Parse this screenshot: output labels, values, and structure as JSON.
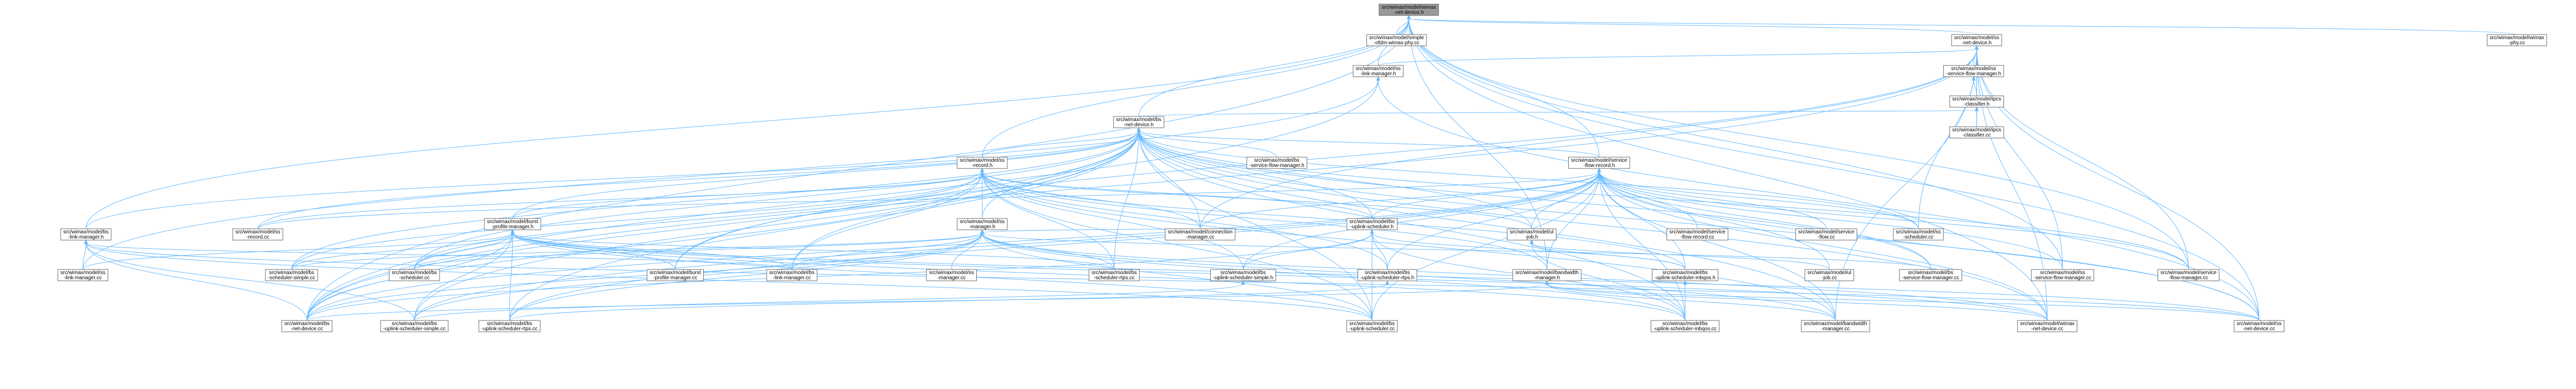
{
  "graph": {
    "type": "include-dependency-graph",
    "root": "n0",
    "nodes": [
      {
        "id": "n0",
        "lines": [
          "src/wimax/model/wimax",
          "-net-device.h"
        ],
        "highlight": true
      },
      {
        "id": "n1",
        "lines": [
          "src/wimax/model/ss",
          "-net-device.h"
        ]
      },
      {
        "id": "n2",
        "lines": [
          "src/wimax/model/simple",
          "-ofdm-wimax-phy.cc"
        ]
      },
      {
        "id": "n3",
        "lines": [
          "src/wimax/model/ss",
          "-link-manager.h"
        ]
      },
      {
        "id": "n4",
        "lines": [
          "src/wimax/model/bs",
          "-net-device.h"
        ]
      },
      {
        "id": "n5",
        "lines": [
          "src/wimax/model/ss",
          "-service-flow-manager.h"
        ]
      },
      {
        "id": "n6",
        "lines": [
          "src/wimax/model/ipcs",
          "-classifier.h"
        ]
      },
      {
        "id": "n7",
        "lines": [
          "src/wimax/model/ipcs",
          "-classifier.cc"
        ]
      },
      {
        "id": "n8",
        "lines": [
          "src/wimax/model/wimax",
          "-phy.cc"
        ]
      },
      {
        "id": "n9",
        "lines": [
          "src/wimax/model/ss",
          "-record.h"
        ]
      },
      {
        "id": "n10",
        "lines": [
          "src/wimax/model/bs",
          "-service-flow-manager.h"
        ]
      },
      {
        "id": "n11",
        "lines": [
          "src/wimax/model/service",
          "-flow-record.h"
        ]
      },
      {
        "id": "n12",
        "lines": [
          "src/wimax/model/bs",
          "-link-manager.h"
        ]
      },
      {
        "id": "n13",
        "lines": [
          "src/wimax/model/ss",
          "-record.cc"
        ]
      },
      {
        "id": "n14",
        "lines": [
          "src/wimax/model/burst",
          "-profile-manager.h"
        ]
      },
      {
        "id": "n15",
        "lines": [
          "src/wimax/model/ss",
          "-manager.h"
        ]
      },
      {
        "id": "n16",
        "lines": [
          "src/wimax/model/connection",
          "-manager.cc"
        ]
      },
      {
        "id": "n17",
        "lines": [
          "src/wimax/model/bs",
          "-uplink-scheduler.h"
        ]
      },
      {
        "id": "n18",
        "lines": [
          "src/wimax/model/ul",
          "-job.h"
        ]
      },
      {
        "id": "n19",
        "lines": [
          "src/wimax/model/service",
          "-flow-record.cc"
        ]
      },
      {
        "id": "n20",
        "lines": [
          "src/wimax/model/service",
          "-flow.cc"
        ]
      },
      {
        "id": "n21",
        "lines": [
          "src/wimax/model/ss",
          "-scheduler.cc"
        ]
      },
      {
        "id": "n22",
        "lines": [
          "src/wimax/model/bs",
          "-link-manager.cc"
        ]
      },
      {
        "id": "n23",
        "lines": [
          "src/wimax/model/bs",
          "-scheduler-simple.cc"
        ]
      },
      {
        "id": "n24",
        "lines": [
          "src/wimax/model/bs",
          "-scheduler.cc"
        ]
      },
      {
        "id": "n25",
        "lines": [
          "src/wimax/model/burst",
          "-profile-manager.cc"
        ]
      },
      {
        "id": "n26",
        "lines": [
          "src/wimax/model/ss",
          "-link-manager.cc"
        ]
      },
      {
        "id": "n27",
        "lines": [
          "src/wimax/model/ss",
          "-manager.cc"
        ]
      },
      {
        "id": "n28",
        "lines": [
          "src/wimax/model/bs",
          "-scheduler-rtps.cc"
        ]
      },
      {
        "id": "n29",
        "lines": [
          "src/wimax/model/bs",
          "-uplink-scheduler-simple.h"
        ]
      },
      {
        "id": "n30",
        "lines": [
          "src/wimax/model/bs",
          "-uplink-scheduler-rtps.h"
        ]
      },
      {
        "id": "n31",
        "lines": [
          "src/wimax/model/bandwidth",
          "-manager.h"
        ]
      },
      {
        "id": "n32",
        "lines": [
          "src/wimax/model/bs",
          "-uplink-scheduler-mbqos.h"
        ]
      },
      {
        "id": "n33",
        "lines": [
          "src/wimax/model/ul",
          "-job.cc"
        ]
      },
      {
        "id": "n34",
        "lines": [
          "src/wimax/model/bs",
          "-service-flow-manager.cc"
        ]
      },
      {
        "id": "n35",
        "lines": [
          "src/wimax/model/ss",
          "-service-flow-manager.cc"
        ]
      },
      {
        "id": "n36",
        "lines": [
          "src/wimax/model/service",
          "-flow-manager.cc"
        ]
      },
      {
        "id": "n37",
        "lines": [
          "src/wimax/model/bs",
          "-net-device.cc"
        ]
      },
      {
        "id": "n38",
        "lines": [
          "src/wimax/model/bs",
          "-uplink-scheduler-simple.cc"
        ]
      },
      {
        "id": "n39",
        "lines": [
          "src/wimax/model/bs",
          "-uplink-scheduler-rtps.cc"
        ]
      },
      {
        "id": "n40",
        "lines": [
          "src/wimax/model/bs",
          "-uplink-scheduler.cc"
        ]
      },
      {
        "id": "n41",
        "lines": [
          "src/wimax/model/bs",
          "-uplink-scheduler-mbqos.cc"
        ]
      },
      {
        "id": "n42",
        "lines": [
          "src/wimax/model/bandwidth",
          "-manager.cc"
        ]
      },
      {
        "id": "n43",
        "lines": [
          "src/wimax/model/wimax",
          "-net-device.cc"
        ]
      },
      {
        "id": "n44",
        "lines": [
          "src/wimax/model/ss",
          "-net-device.cc"
        ]
      }
    ],
    "edges": [
      [
        "n0",
        "n1"
      ],
      [
        "n0",
        "n2"
      ],
      [
        "n0",
        "n3"
      ],
      [
        "n0",
        "n4"
      ],
      [
        "n0",
        "n8"
      ],
      [
        "n0",
        "n9"
      ],
      [
        "n0",
        "n12"
      ],
      [
        "n0",
        "n31"
      ],
      [
        "n0",
        "n35"
      ],
      [
        "n0",
        "n36"
      ],
      [
        "n0",
        "n43"
      ],
      [
        "n0",
        "n44"
      ],
      [
        "n0",
        "n37"
      ],
      [
        "n0",
        "n11"
      ],
      [
        "n1",
        "n3"
      ],
      [
        "n1",
        "n5"
      ],
      [
        "n1",
        "n6"
      ],
      [
        "n1",
        "n7"
      ],
      [
        "n1",
        "n21"
      ],
      [
        "n1",
        "n16"
      ],
      [
        "n1",
        "n25"
      ],
      [
        "n1",
        "n35"
      ],
      [
        "n1",
        "n36"
      ],
      [
        "n1",
        "n43"
      ],
      [
        "n1",
        "n44"
      ],
      [
        "n1",
        "n37"
      ],
      [
        "n1",
        "n42"
      ],
      [
        "n3",
        "n26"
      ],
      [
        "n3",
        "n44"
      ],
      [
        "n3",
        "n37"
      ],
      [
        "n5",
        "n6"
      ],
      [
        "n6",
        "n4"
      ],
      [
        "n6",
        "n7"
      ],
      [
        "n4",
        "n9"
      ],
      [
        "n4",
        "n10"
      ],
      [
        "n4",
        "n11"
      ],
      [
        "n4",
        "n12"
      ],
      [
        "n4",
        "n14"
      ],
      [
        "n4",
        "n15"
      ],
      [
        "n4",
        "n16"
      ],
      [
        "n4",
        "n17"
      ],
      [
        "n4",
        "n18"
      ],
      [
        "n4",
        "n22"
      ],
      [
        "n4",
        "n23"
      ],
      [
        "n4",
        "n24"
      ],
      [
        "n4",
        "n28"
      ],
      [
        "n4",
        "n34"
      ],
      [
        "n4",
        "n36"
      ],
      [
        "n4",
        "n37"
      ],
      [
        "n4",
        "n38"
      ],
      [
        "n4",
        "n39"
      ],
      [
        "n4",
        "n40"
      ],
      [
        "n4",
        "n41"
      ],
      [
        "n4",
        "n42"
      ],
      [
        "n4",
        "n43"
      ],
      [
        "n4",
        "n44"
      ],
      [
        "n4",
        "n25"
      ],
      [
        "n4",
        "n13"
      ],
      [
        "n4",
        "n21"
      ],
      [
        "n9",
        "n13"
      ],
      [
        "n9",
        "n14"
      ],
      [
        "n9",
        "n15"
      ],
      [
        "n9",
        "n16"
      ],
      [
        "n9",
        "n17"
      ],
      [
        "n9",
        "n18"
      ],
      [
        "n9",
        "n22"
      ],
      [
        "n9",
        "n23"
      ],
      [
        "n9",
        "n24"
      ],
      [
        "n9",
        "n28"
      ],
      [
        "n9",
        "n29"
      ],
      [
        "n9",
        "n30"
      ],
      [
        "n9",
        "n31"
      ],
      [
        "n9",
        "n32"
      ],
      [
        "n9",
        "n37"
      ],
      [
        "n9",
        "n40"
      ],
      [
        "n9",
        "n42"
      ],
      [
        "n11",
        "n17"
      ],
      [
        "n11",
        "n18"
      ],
      [
        "n11",
        "n19"
      ],
      [
        "n11",
        "n20"
      ],
      [
        "n11",
        "n21"
      ],
      [
        "n11",
        "n29"
      ],
      [
        "n11",
        "n30"
      ],
      [
        "n11",
        "n31"
      ],
      [
        "n11",
        "n32"
      ],
      [
        "n11",
        "n33"
      ],
      [
        "n11",
        "n34"
      ],
      [
        "n11",
        "n35"
      ],
      [
        "n11",
        "n36"
      ],
      [
        "n11",
        "n37"
      ],
      [
        "n11",
        "n38"
      ],
      [
        "n11",
        "n39"
      ],
      [
        "n11",
        "n40"
      ],
      [
        "n11",
        "n41"
      ],
      [
        "n11",
        "n42"
      ],
      [
        "n11",
        "n43"
      ],
      [
        "n11",
        "n44"
      ],
      [
        "n11",
        "n16"
      ],
      [
        "n11",
        "n13"
      ],
      [
        "n12",
        "n22"
      ],
      [
        "n12",
        "n26"
      ],
      [
        "n12",
        "n37"
      ],
      [
        "n12",
        "n38"
      ],
      [
        "n12",
        "n44"
      ],
      [
        "n12",
        "n40"
      ],
      [
        "n14",
        "n22"
      ],
      [
        "n14",
        "n23"
      ],
      [
        "n14",
        "n24"
      ],
      [
        "n14",
        "n25"
      ],
      [
        "n14",
        "n26"
      ],
      [
        "n14",
        "n28"
      ],
      [
        "n14",
        "n37"
      ],
      [
        "n14",
        "n38"
      ],
      [
        "n14",
        "n39"
      ],
      [
        "n14",
        "n40"
      ],
      [
        "n14",
        "n41"
      ],
      [
        "n14",
        "n43"
      ],
      [
        "n14",
        "n44"
      ],
      [
        "n15",
        "n16"
      ],
      [
        "n15",
        "n22"
      ],
      [
        "n15",
        "n23"
      ],
      [
        "n15",
        "n24"
      ],
      [
        "n15",
        "n27"
      ],
      [
        "n15",
        "n28"
      ],
      [
        "n15",
        "n34"
      ],
      [
        "n15",
        "n37"
      ],
      [
        "n15",
        "n38"
      ],
      [
        "n15",
        "n39"
      ],
      [
        "n15",
        "n40"
      ],
      [
        "n15",
        "n41"
      ],
      [
        "n15",
        "n42"
      ],
      [
        "n15",
        "n43"
      ],
      [
        "n17",
        "n29"
      ],
      [
        "n17",
        "n30"
      ],
      [
        "n17",
        "n32"
      ],
      [
        "n17",
        "n37"
      ],
      [
        "n17",
        "n40"
      ],
      [
        "n17",
        "n41"
      ],
      [
        "n18",
        "n32"
      ],
      [
        "n18",
        "n33"
      ],
      [
        "n18",
        "n41"
      ],
      [
        "n29",
        "n38"
      ],
      [
        "n30",
        "n39"
      ],
      [
        "n31",
        "n37"
      ],
      [
        "n31",
        "n42"
      ],
      [
        "n31",
        "n43"
      ],
      [
        "n31",
        "n44"
      ],
      [
        "n32",
        "n41"
      ]
    ]
  },
  "colors": {
    "edge": "#63b8ff",
    "node_border": "#666666",
    "root_fill": "#999999",
    "node_fill": "#ffffff"
  }
}
